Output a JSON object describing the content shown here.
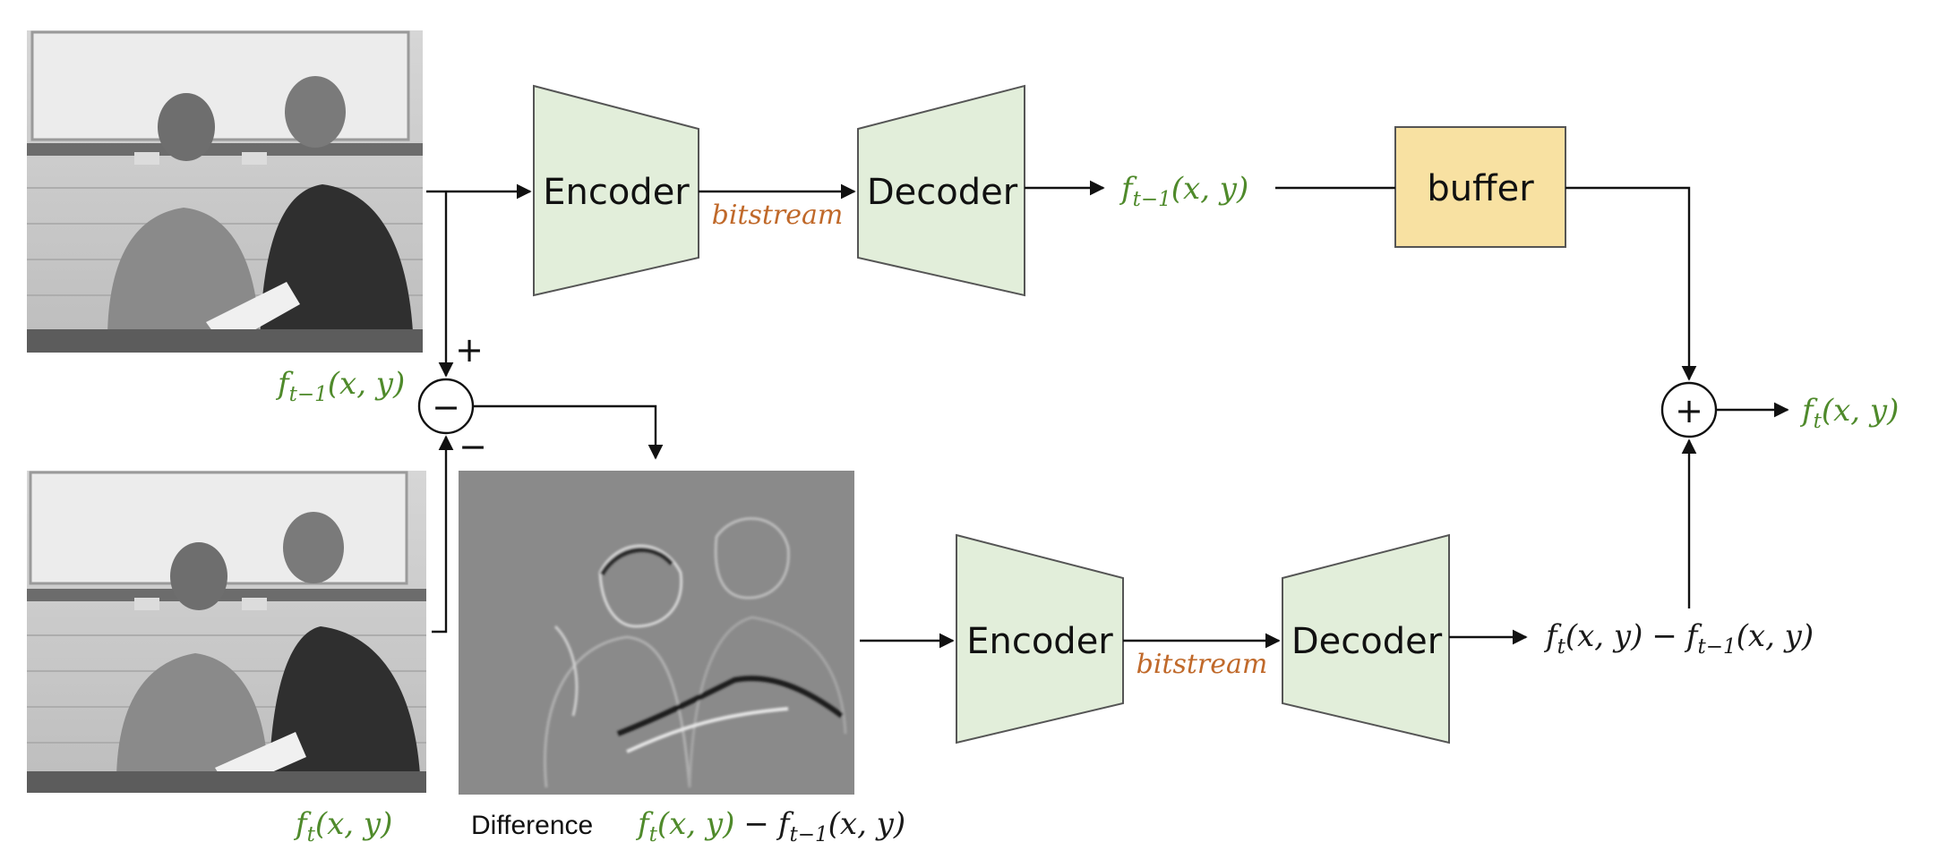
{
  "blocks": {
    "top_encoder": "Encoder",
    "top_decoder": "Decoder",
    "buffer": "buffer",
    "bottom_encoder": "Encoder",
    "bottom_decoder": "Decoder"
  },
  "edge_labels": {
    "top_bitstream": "bitstream",
    "bottom_bitstream": "bitstream"
  },
  "math": {
    "f_prev": {
      "base": "f",
      "sub": "t−1",
      "args": "(x, y)"
    },
    "f_curr": {
      "base": "f",
      "sub": "t",
      "args": "(x, y)"
    },
    "minus": "−"
  },
  "operators": {
    "subtract": "−",
    "add": "+",
    "plus_input": "+",
    "minus_input": "−"
  },
  "captions": {
    "difference": "Difference"
  },
  "colors": {
    "block_fill": "#e2eeda",
    "buffer_fill": "#f8e1a2",
    "math_green": "#4f8a2b",
    "bitstream": "#c0692a"
  }
}
